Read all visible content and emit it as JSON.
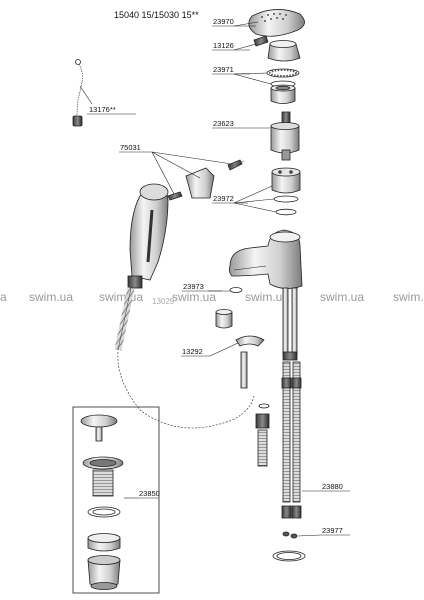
{
  "title": "15040 15/15030 15**",
  "labels": {
    "p23970": "23970",
    "p13126": "13126",
    "p23971": "23971",
    "p13176": "13176**",
    "p23623": "23623",
    "p75031": "75031",
    "p23972": "23972",
    "p23973": "23973",
    "p13029": "13029",
    "p13292": "13292",
    "p23850": "23850",
    "p23880": "23880",
    "p23977": "23977"
  },
  "watermark": "swim.ua",
  "watermark_partial_left": "a",
  "colors": {
    "line": "#222222",
    "part_fill": "#e8e8e8",
    "part_dark": "#555555",
    "watermark": "#9a9a9a"
  }
}
